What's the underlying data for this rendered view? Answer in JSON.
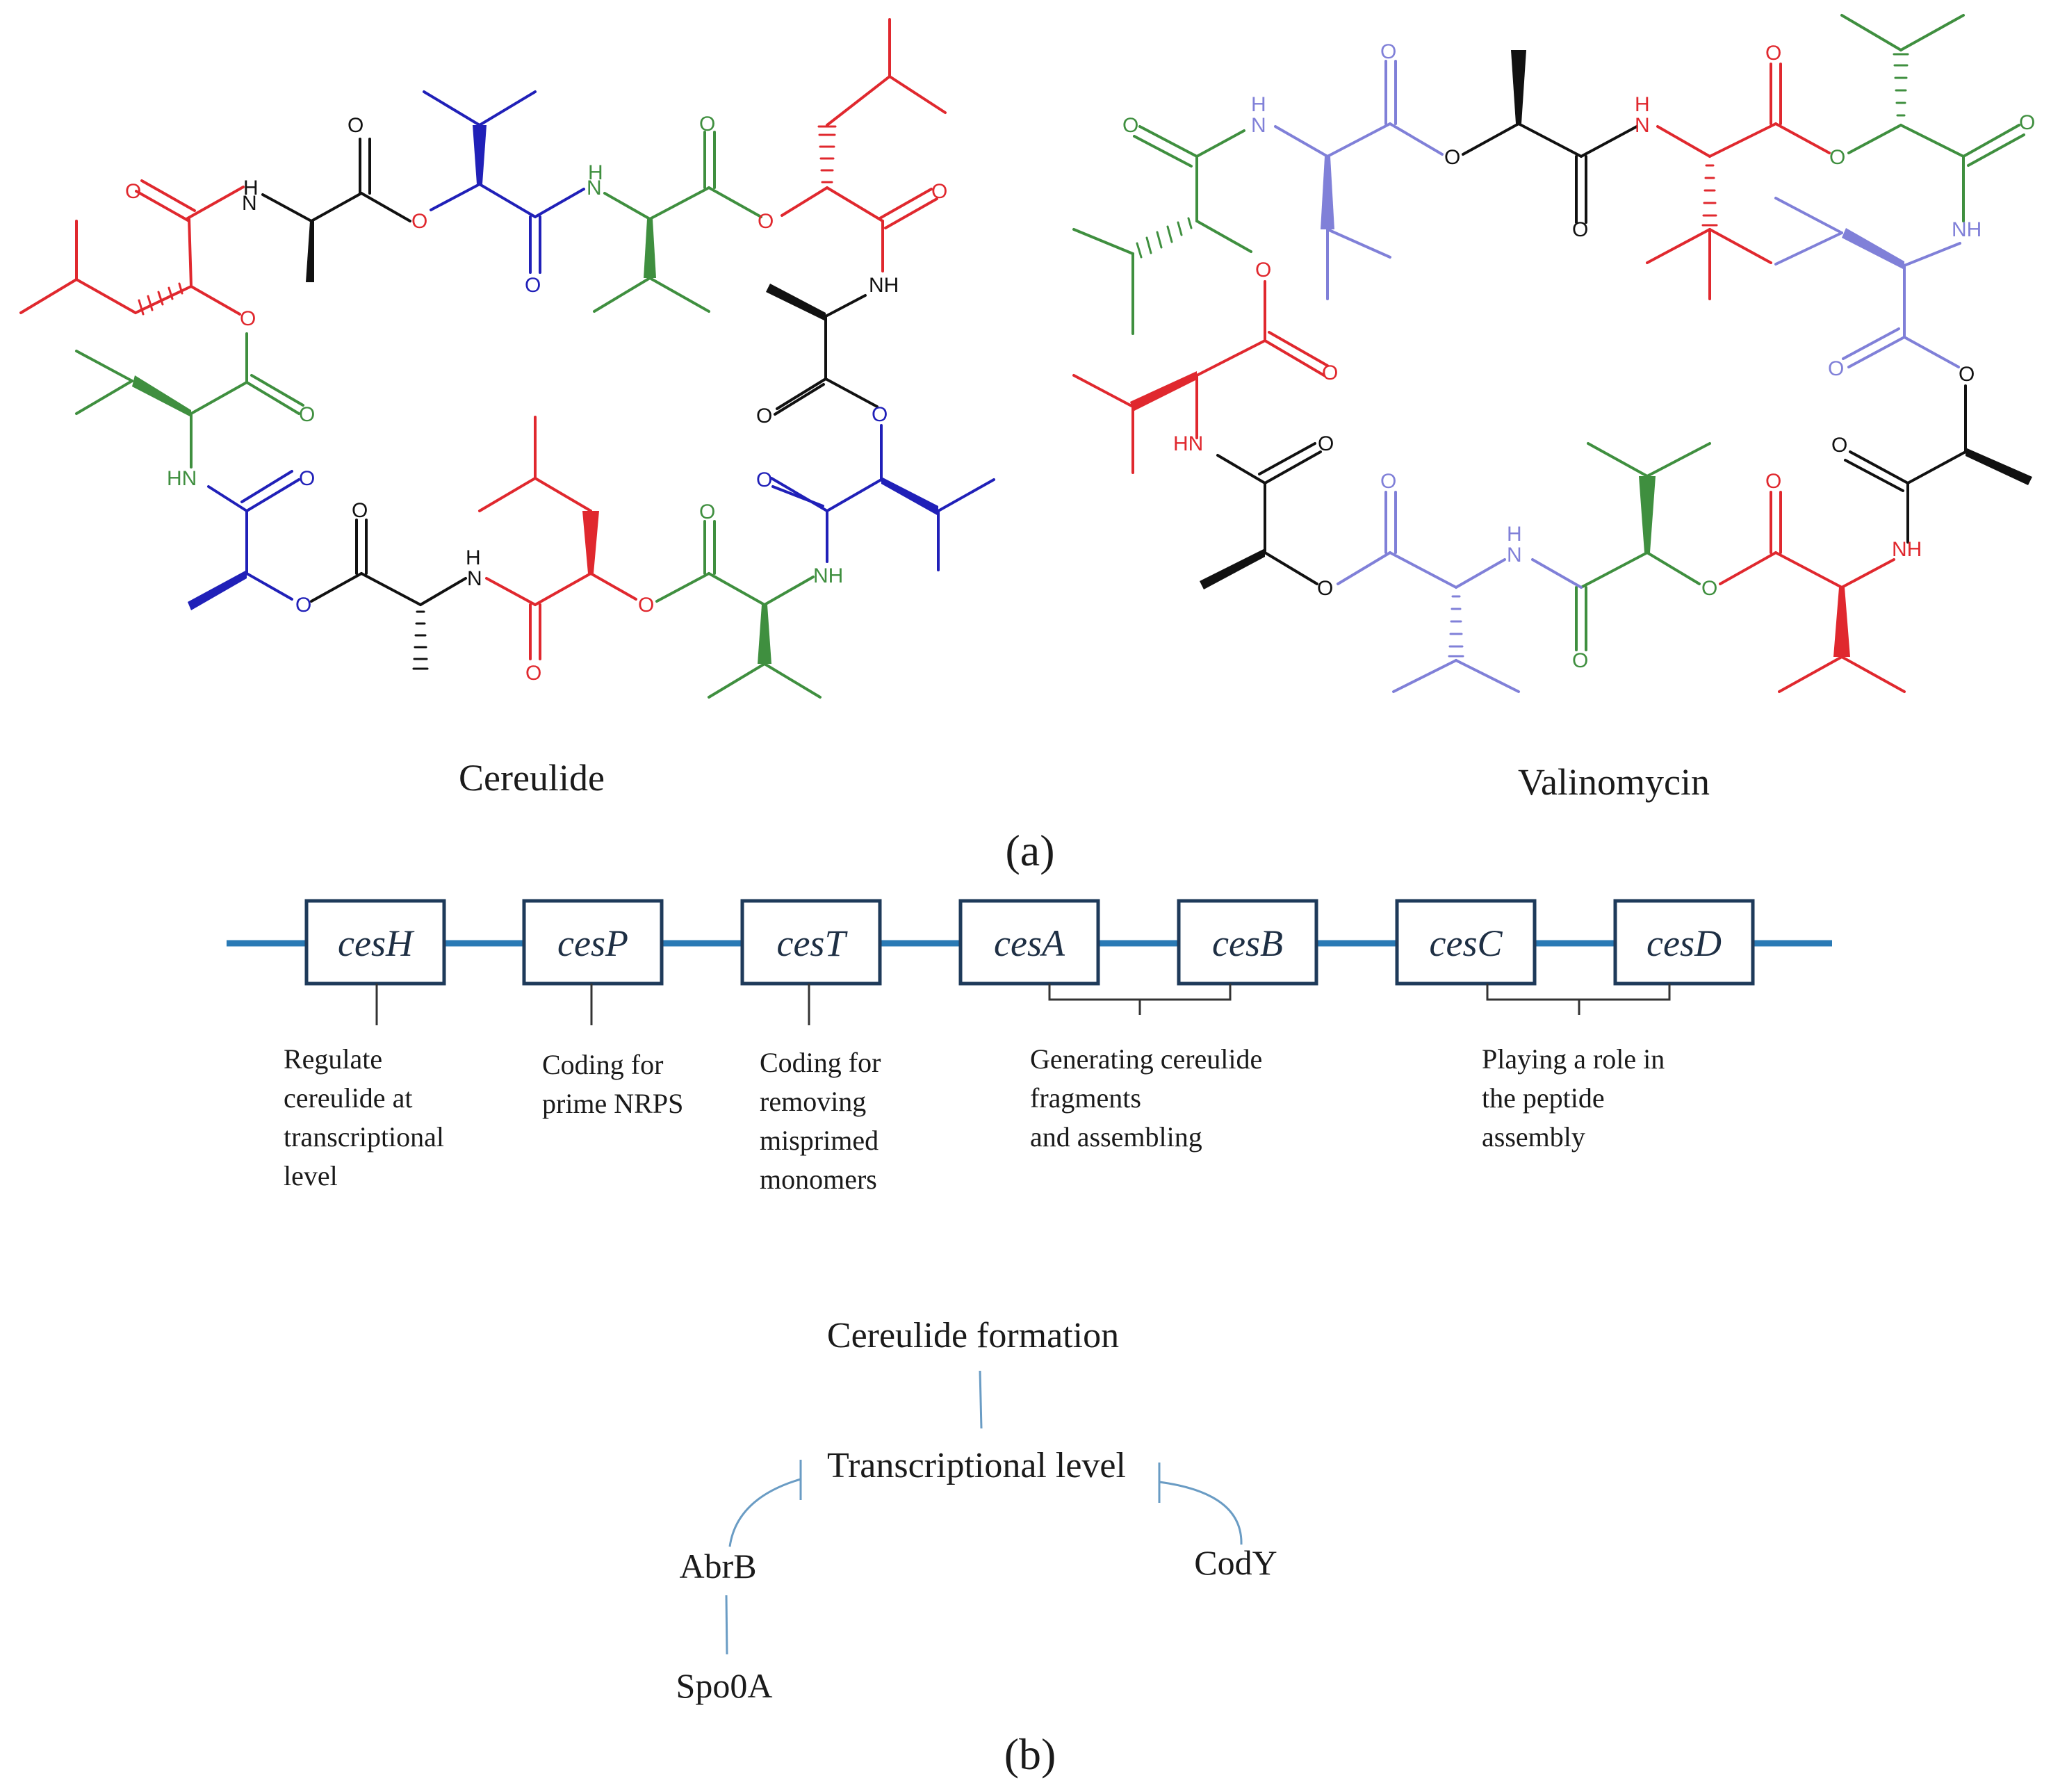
{
  "panel_a": {
    "label": "(a)",
    "molecules": [
      {
        "name": "Cereulide"
      },
      {
        "name": "Valinomycin"
      }
    ]
  },
  "panel_b": {
    "label": "(b)",
    "genes": [
      "cesH",
      "cesP",
      "cesT",
      "cesA",
      "cesB",
      "cesC",
      "cesD"
    ],
    "descriptions": [
      {
        "lines": [
          "Regulate",
          "cereulide at",
          "transcriptional",
          "level"
        ]
      },
      {
        "lines": [
          "Coding for",
          "prime NRPS"
        ]
      },
      {
        "lines": [
          "Coding for",
          "removing",
          "misprimed",
          "monomers"
        ]
      },
      {
        "lines": [
          "Generating cereulide",
          "fragments",
          "and assembling"
        ]
      },
      {
        "lines": [
          "Playing a role in",
          "the peptide",
          "assembly"
        ]
      }
    ],
    "regulation": {
      "top": "Cereulide formation",
      "middle": "Transcriptional  level",
      "left": "AbrB",
      "right": "CodY",
      "bottom": "Spo0A"
    }
  },
  "colors": {
    "red": "#e0282e",
    "green": "#3f8f3f",
    "blue": "#2020b8",
    "lavender": "#8080d8",
    "black": "#111111",
    "gene_line": "#2a7ab5",
    "gene_box": "#1e3a5a",
    "reg_line": "#6a9cc4"
  }
}
